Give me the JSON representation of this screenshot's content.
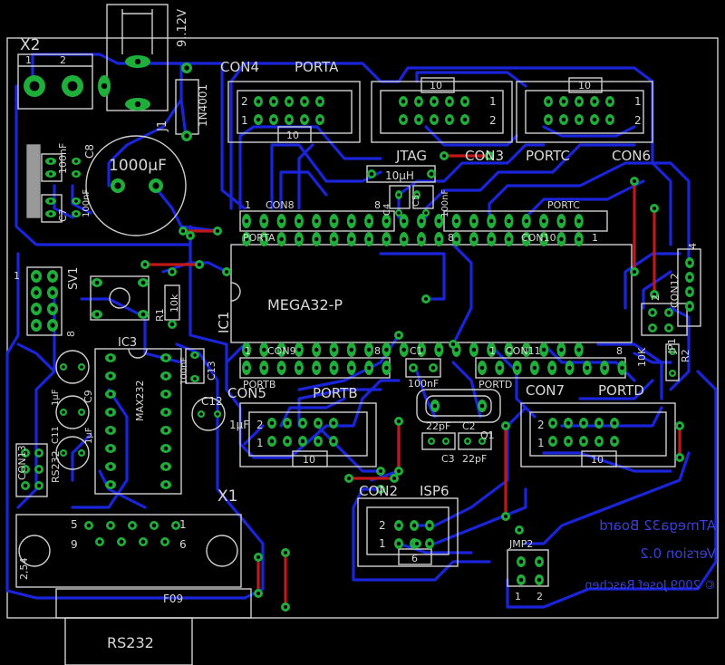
{
  "board": {
    "title": "ATmega32 Board",
    "version": "Version 0.2",
    "copyright": "© 2009 Josef Raschen"
  },
  "colors": {
    "background": "#000000",
    "bottom_copper": "#1a24d8",
    "top_copper": "#c01818",
    "pads": "#1fae3a",
    "silkscreen": "#d8d8d8"
  },
  "labels": {
    "x2": "X2",
    "x2_pin1": "1",
    "x2_pin2": "2",
    "supply": "9..12V",
    "j1": "J1",
    "d1": "1N4001",
    "c8": "C8",
    "c8_val": "100nF",
    "c8b": "1000µF",
    "c7": "C7",
    "c7_val": "100nF",
    "sv1": "SV1",
    "sv1_pin1": "1",
    "sv1_pin8": "8",
    "r1": "R1",
    "r1_val": "10k",
    "ic1": "IC1",
    "mcu": "MEGA32-P",
    "ic3": "IC3",
    "max232": "MAX232",
    "c13": "C13",
    "c13_val": "100nF",
    "c12": "C12",
    "c12_val": "1µF",
    "c9": "C9",
    "c9_val": "1µF",
    "c11": "C11",
    "c11_val": "1µF",
    "rs232_label": "RS232",
    "con13": "CON13",
    "x1": "X1",
    "sub_pin5": "5",
    "sub_pin1": "1",
    "sub_pin9": "9",
    "sub_pin6": "6",
    "f09": "F09",
    "rs232": "RS232",
    "pitch": "2,54",
    "con4": "CON4",
    "porta_top": "PORTA",
    "pin2": "2",
    "pin1": "1",
    "pin10": "10",
    "jtag": "JTAG",
    "con3": "CON3",
    "portc_top": "PORTC",
    "con6": "CON6",
    "l1": "10µH",
    "c4": "C4",
    "c5": "C5",
    "c5_val": "100nF",
    "con8": "CON8",
    "porta_mid": "PORTA",
    "con10": "CON10",
    "portc_mid": "PORTC",
    "h1": "1",
    "h8": "8",
    "con9": "CON9",
    "portb_mid": "PORTB",
    "c1": "C1",
    "c1_val": "100nF",
    "con11": "CON11",
    "portd_mid": "PORTD",
    "con5": "CON5",
    "portb_bot": "PORTB",
    "con7": "CON7",
    "portd_bot": "PORTD",
    "q1": "Q1",
    "c2": "C2",
    "c2_val": "22pF",
    "c3": "C3",
    "c3_val": "22pF",
    "con2": "CON2",
    "isp6": "ISP6",
    "isp_pin6": "6",
    "jmp2": "JMP2",
    "jmp_pin1": "1",
    "jmp_pin2": "2",
    "con12": "CON12",
    "con12_pin4": "4",
    "con12_pin2": "2",
    "jp1": "JP1",
    "r2": "R2",
    "r2_val": "10K"
  }
}
